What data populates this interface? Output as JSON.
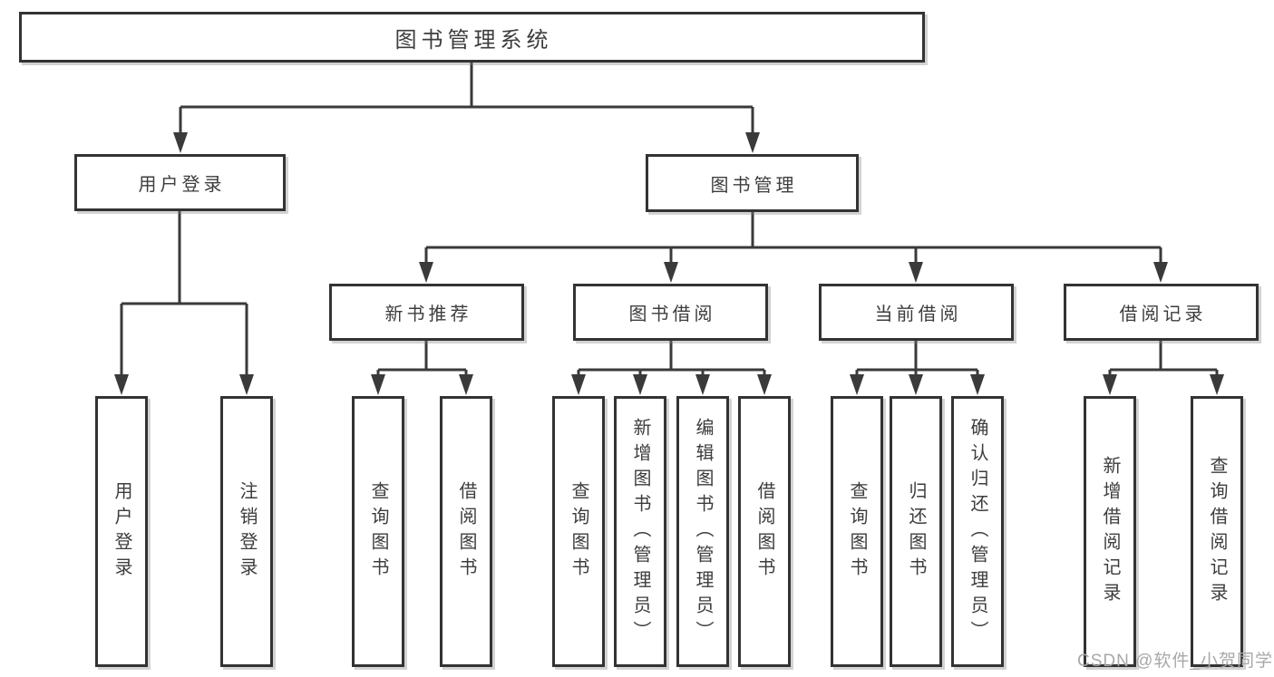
{
  "tree": {
    "root": "图书管理系统",
    "branches": [
      {
        "label": "用户登录",
        "children": [
          "用户登录",
          "注销登录"
        ]
      },
      {
        "label": "图书管理",
        "groups": [
          {
            "label": "新书推荐",
            "children": [
              "查询图书",
              "借阅图书"
            ]
          },
          {
            "label": "图书借阅",
            "children": [
              "查询图书",
              "新增图书（管理员）",
              "编辑图书（管理员）",
              "借阅图书"
            ]
          },
          {
            "label": "当前借阅",
            "children": [
              "查询图书",
              "归还图书",
              "确认归还（管理员）"
            ]
          },
          {
            "label": "借阅记录",
            "children": [
              "新增借阅记录",
              "查询借阅记录"
            ]
          }
        ]
      }
    ]
  },
  "watermark": "CSDN @软件_小贺同学",
  "colors": {
    "background": "#ffffff",
    "box_border": "#333333",
    "connector_line": "#3a3a3a",
    "text": "#3d3d3d",
    "watermark_text": "#a8a8a8"
  }
}
